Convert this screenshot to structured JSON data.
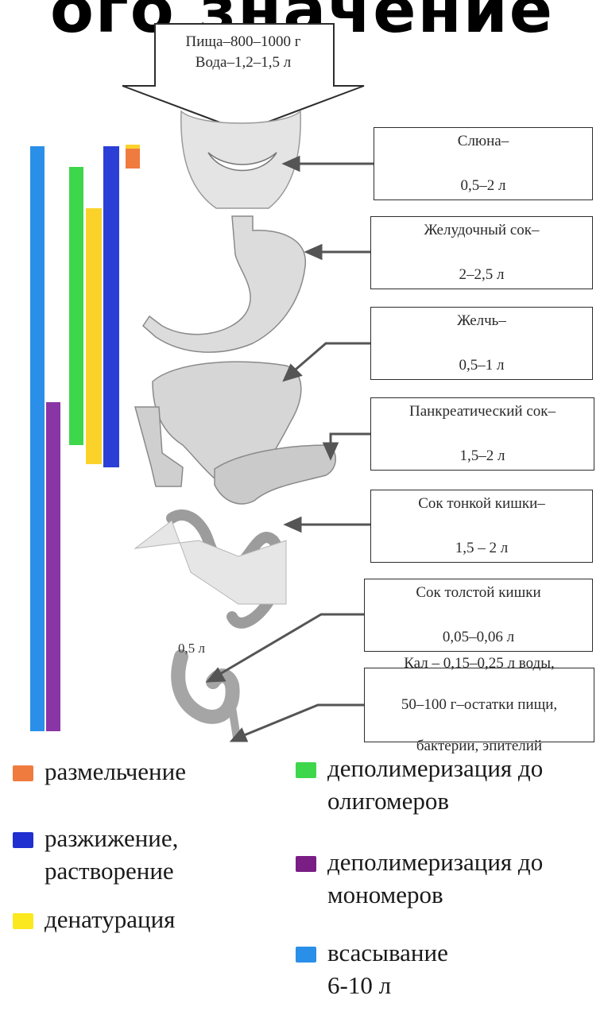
{
  "header": {
    "title_fragment": "ого значение"
  },
  "intake": {
    "food": "Пища–800–1000 г",
    "water": "Вода–1,2–1,5 л"
  },
  "secretions": [
    {
      "name": "Слюна–",
      "volume": "0,5–2 л"
    },
    {
      "name": "Желудочный сок–",
      "volume": "2–2,5 л"
    },
    {
      "name": "Желчь–",
      "volume": "0,5–1 л"
    },
    {
      "name": "Панкреатический сок–",
      "volume": "1,5–2 л"
    },
    {
      "name": "Сок тонкой кишки–",
      "volume": "1,5 – 2 л"
    },
    {
      "name": "Сок толстой кишки",
      "volume": "0,05–0,06 л"
    }
  ],
  "feces": {
    "line1": "Кал – 0,15–0,25 л воды,",
    "line2": "50–100 г–остатки пищи,",
    "line3": "бактерии, эпителий"
  },
  "colon_label": "0,5 л",
  "colors": {
    "grinding": "#f07b3f",
    "liquefaction": "#2b3fd6",
    "denaturation": "#fbd22a",
    "depoly_oligomers": "#3ed64b",
    "depoly_monomers": "#8a35a5",
    "absorption": "#2a8fe8"
  },
  "legend": [
    {
      "key": "grinding",
      "label": "размельчение",
      "color": "#f07b3f"
    },
    {
      "key": "depoly_oligomers",
      "label": "деполимеризация до\nолигомеров",
      "color": "#3ed64b"
    },
    {
      "key": "liquefaction",
      "label": "разжижение,\nрастворение",
      "color": "#1f2fd0"
    },
    {
      "key": "depoly_monomers",
      "label": "деполимеризация до\nмономеров",
      "color": "#7a1d85"
    },
    {
      "key": "denaturation",
      "label": "денатурация",
      "color": "#fbe81f"
    },
    {
      "key": "absorption",
      "label": "всасывание\n6-10 л",
      "color": "#2a8fe8"
    }
  ]
}
